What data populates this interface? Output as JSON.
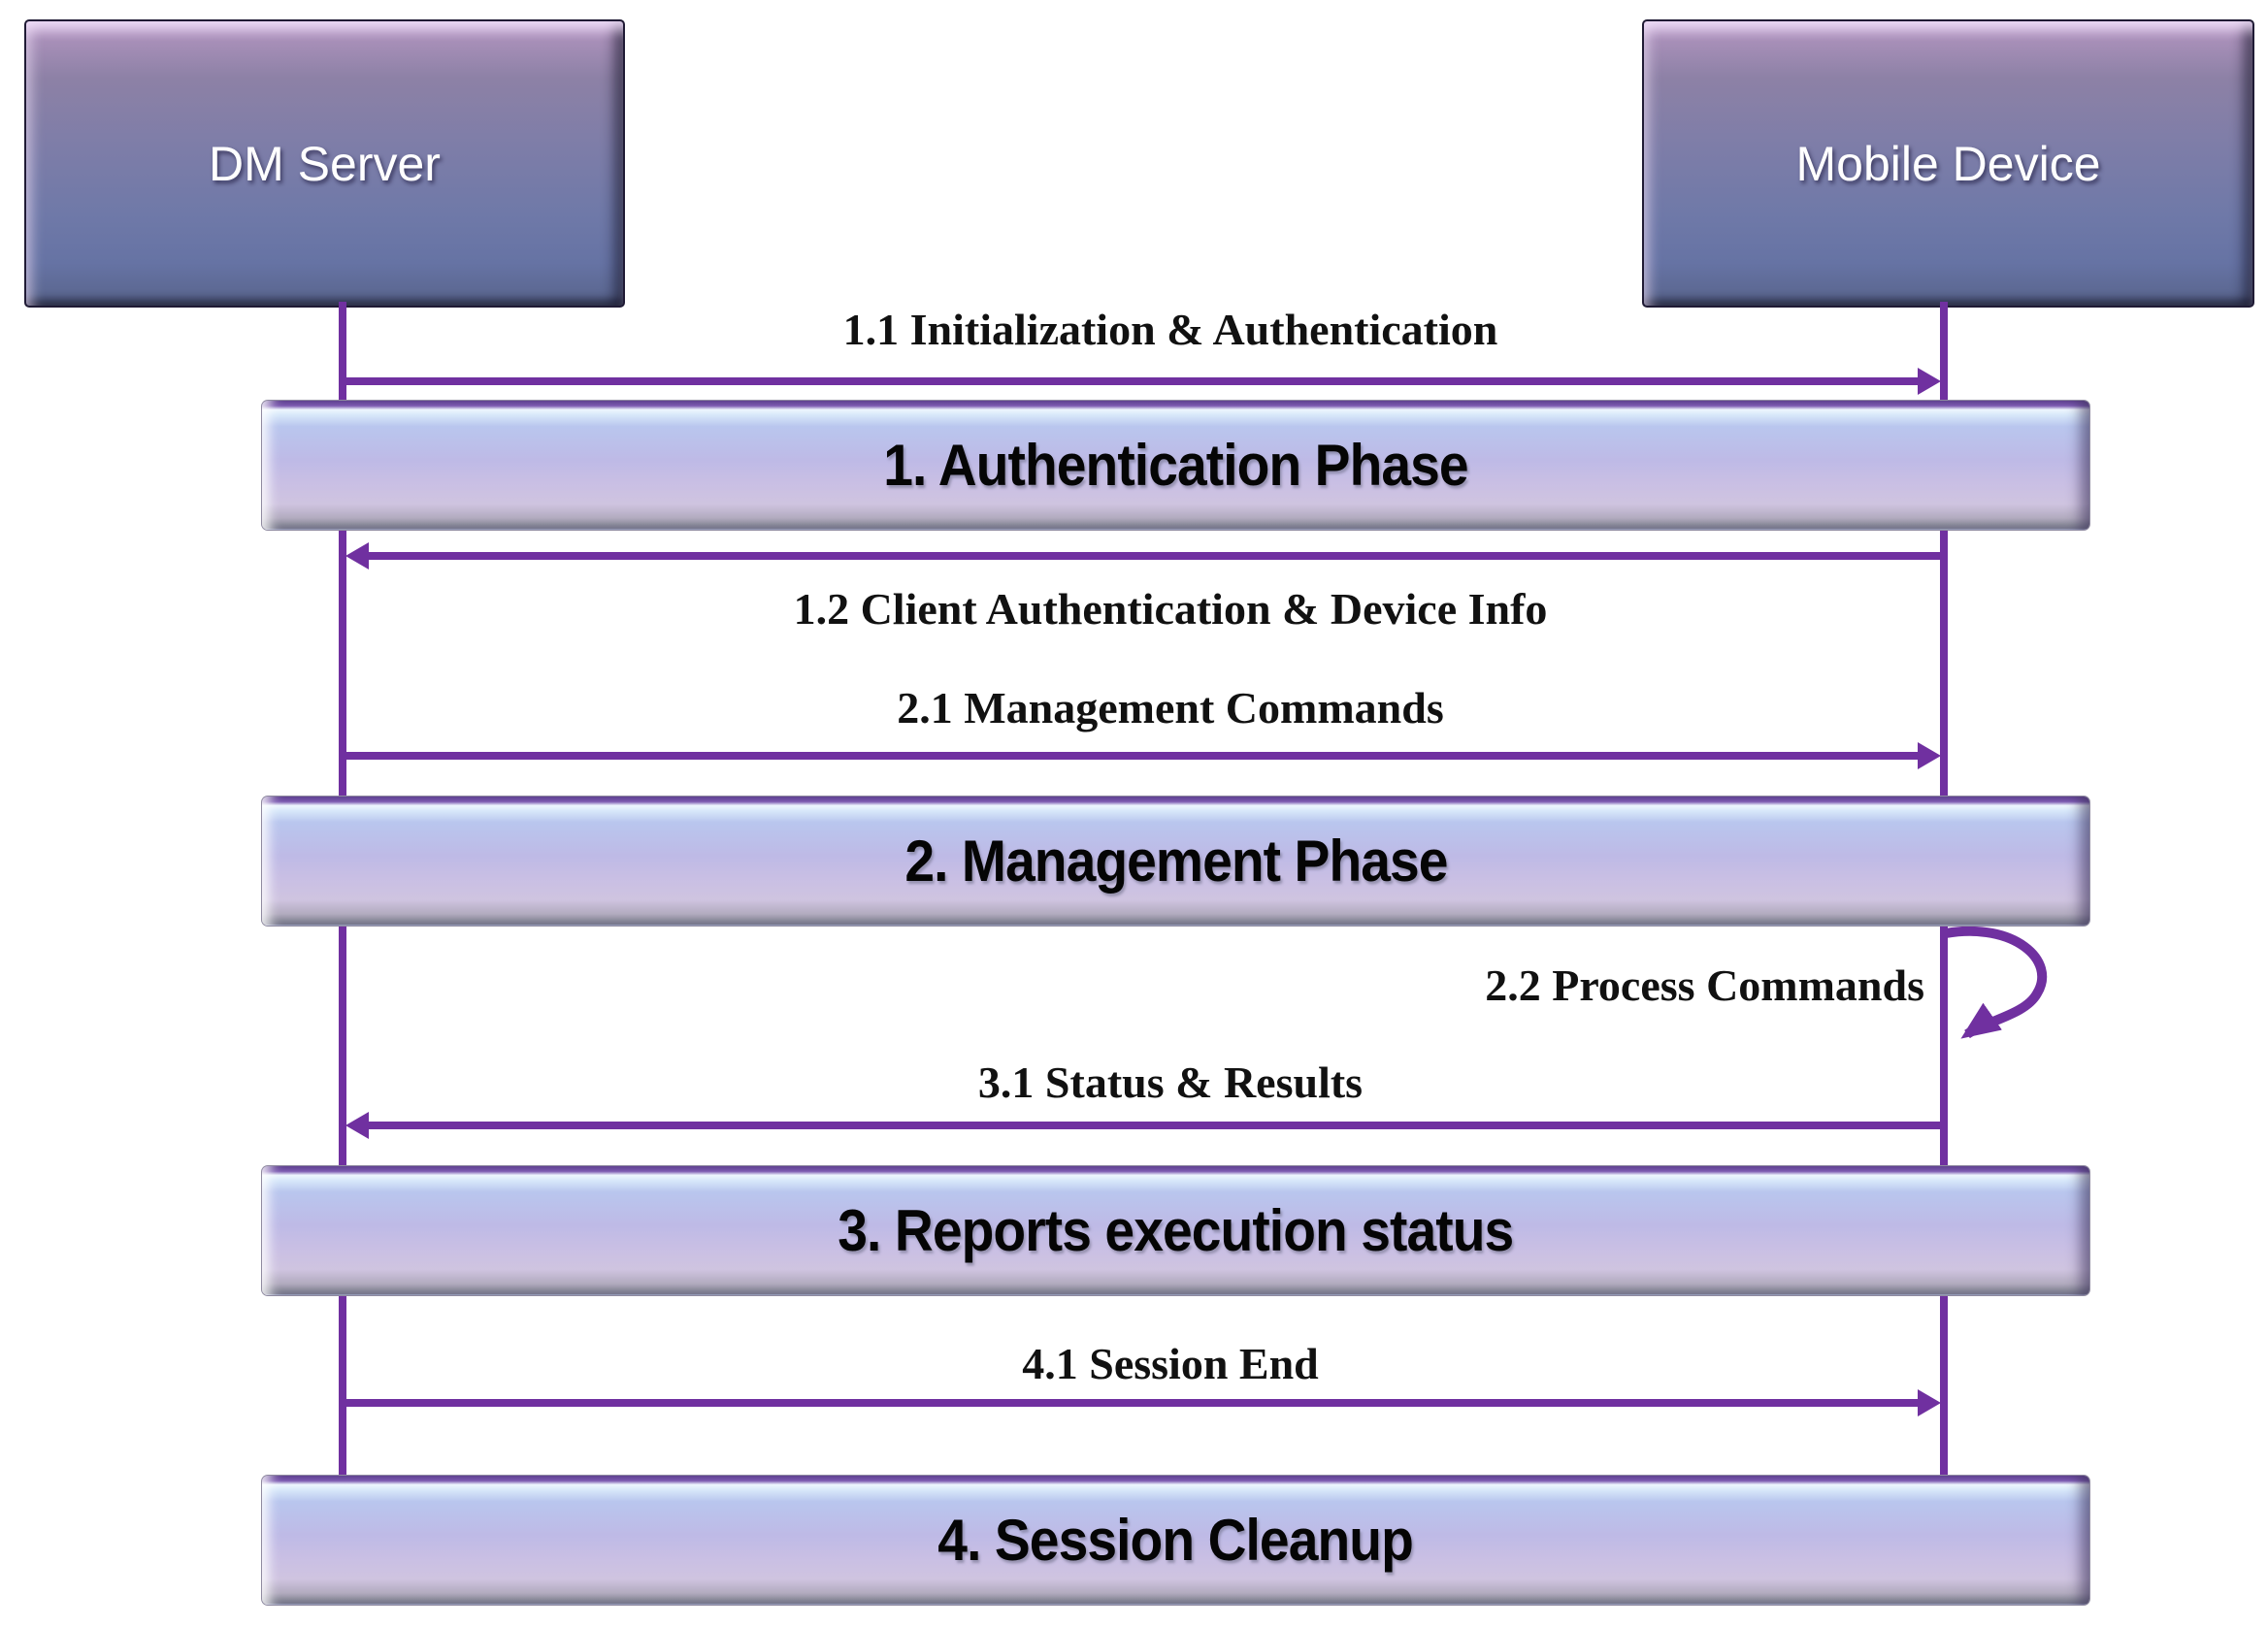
{
  "actors": [
    {
      "label": "DM Server"
    },
    {
      "label": "Mobile Device"
    }
  ],
  "phases": [
    {
      "label": "1. Authentication Phase"
    },
    {
      "label": "2. Management Phase"
    },
    {
      "label": "3. Reports execution status"
    },
    {
      "label": "4. Session Cleanup"
    }
  ],
  "messages": [
    {
      "label": "1.1 Initialization & Authentication",
      "from": "DM Server",
      "to": "Mobile Device",
      "direction": "right"
    },
    {
      "label": "1.2 Client Authentication & Device Info",
      "from": "Mobile Device",
      "to": "DM Server",
      "direction": "left"
    },
    {
      "label": "2.1 Management Commands",
      "from": "DM Server",
      "to": "Mobile Device",
      "direction": "right"
    },
    {
      "label": "2.2 Process Commands",
      "from": "Mobile Device",
      "to": "Mobile Device",
      "direction": "self"
    },
    {
      "label": "3.1 Status & Results",
      "from": "Mobile Device",
      "to": "DM Server",
      "direction": "left"
    },
    {
      "label": "4.1 Session End",
      "from": "DM Server",
      "to": "Mobile Device",
      "direction": "right"
    }
  ],
  "colors": {
    "arrow": "#7030a0",
    "actor_box_top": "#c6a9d1",
    "actor_box_bottom": "#4d5776",
    "actor_text": "#ffffff",
    "phase_bar_top": "#b9c6ee",
    "phase_bar_bottom": "#cfc4e0",
    "phase_text": "#050505",
    "message_text": "#111111",
    "background": "#ffffff"
  }
}
